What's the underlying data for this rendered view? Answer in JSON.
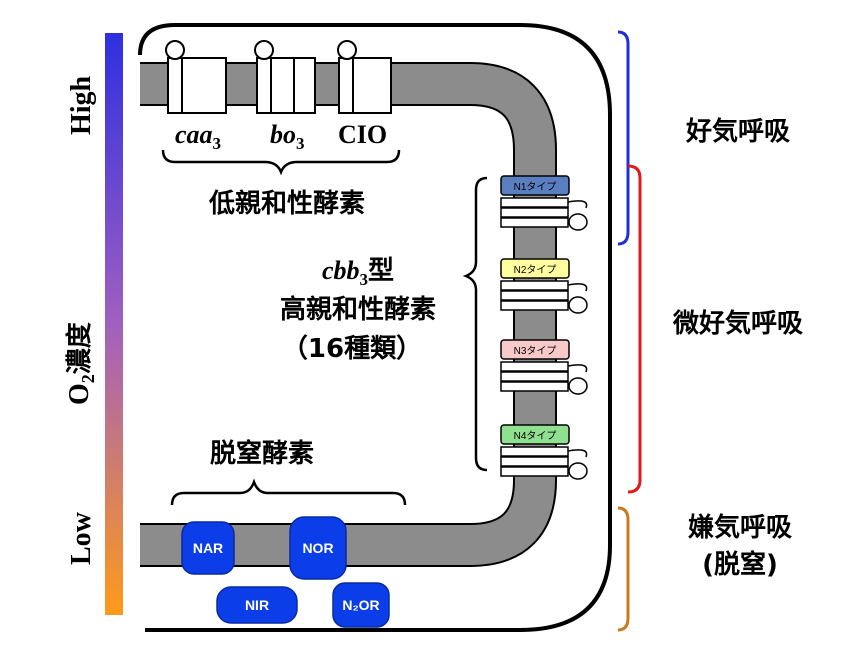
{
  "axis": {
    "high": "High",
    "low": "Low",
    "title_main": "O",
    "title_sub": "2",
    "title_rest": "濃度",
    "gradient_top_color": "#2f2fe0",
    "gradient_bottom_color": "#ff9a1a"
  },
  "low_affinity": {
    "enzymes": [
      {
        "italic": "caa",
        "sub": "3"
      },
      {
        "italic": "bo",
        "sub": "3"
      },
      {
        "plain": "CIO"
      }
    ],
    "label": "低親和性酵素"
  },
  "high_affinity": {
    "line1_italic": "cbb",
    "line1_sub": "3",
    "line1_rest": "型",
    "line2": "高親和性酵素",
    "line3": "（16種類）",
    "types": [
      {
        "label": "N1タイプ",
        "color": "#5a7fc0"
      },
      {
        "label": "N2タイプ",
        "color": "#ffffa0"
      },
      {
        "label": "N3タイプ",
        "color": "#f7c9c9"
      },
      {
        "label": "N4タイプ",
        "color": "#8fe08f"
      }
    ]
  },
  "denitrification": {
    "label": "脱窒酵素",
    "enzymes": [
      "NAR",
      "NOR",
      "NIR",
      "N₂OR"
    ],
    "color": "#0b3ee8"
  },
  "respiration": {
    "aerobic": "好気呼吸",
    "microaerobic": "微好気呼吸",
    "anaerobic_line1": "嫌気呼吸",
    "anaerobic_line2": "(脱窒)",
    "aerobic_color": "#1f2fd6",
    "microaerobic_color": "#e01b1b",
    "anaerobic_color": "#c87a1e"
  }
}
